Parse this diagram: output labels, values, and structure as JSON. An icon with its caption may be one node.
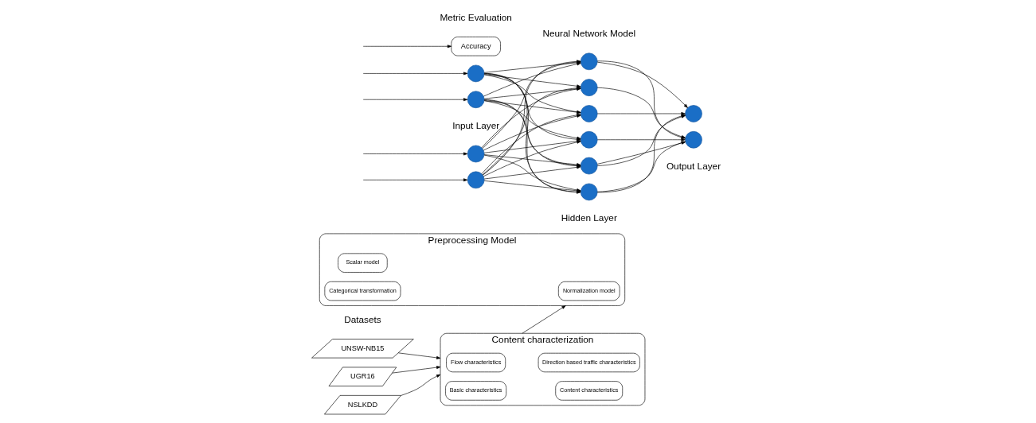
{
  "diagram": {
    "nodes": [
      {
        "text": [
          "UNSW-NB15"
        ]
      },
      {
        "text": [
          "UGR16"
        ]
      },
      {
        "text": [
          "NSLKDD"
        ]
      },
      {
        "text": [
          "Content characterization"
        ]
      },
      {
        "text": [
          "Basic characteristics"
        ],
        "in": 3
      },
      {
        "text": [
          "Content characteristics"
        ],
        "in": 3
      },
      {
        "text": [
          "Flow characteristics"
        ],
        "in": 3
      },
      {
        "text": [
          "Direction based traffic characteristics"
        ],
        "in": 3
      },
      {
        "text": [
          "Preprocessing Model"
        ]
      },
      {
        "text": [
          "Scalar model"
        ],
        "in": 8
      },
      {
        "text": [
          "Normalization model"
        ],
        "in": 8
      },
      {
        "text": [
          "Categorical transformation"
        ],
        "in": 8
      },
      {
        "text": [],
        "shape": "circle"
      },
      {
        "text": [],
        "shape": "circle"
      },
      {
        "text": [],
        "shape": "circle"
      },
      {
        "text": [],
        "shape": "circle"
      },
      {
        "text": [],
        "shape": "circle"
      },
      {
        "text": [],
        "shape": "circle"
      },
      {
        "text": [],
        "shape": "circle"
      },
      {
        "text": [],
        "shape": "circle"
      },
      {
        "text": [],
        "shape": "circle"
      },
      {
        "text": [],
        "shape": "circle"
      },
      {
        "text": [],
        "shape": "circle"
      },
      {
        "text": [],
        "shape": "circle"
      },
      {
        "text": [
          "Accuracy"
        ]
      }
    ],
    "edges": [
      {
        "from": 0,
        "to": 3,
        "arrow": "to"
      },
      {
        "from": 1,
        "to": 3,
        "arrow": "to"
      },
      {
        "from": 2,
        "to": 3,
        "arrow": "to"
      },
      {
        "from": 3,
        "to": 8,
        "arrow": "to"
      },
      {
        "from": null,
        "to": 12,
        "arrow": "to"
      },
      {
        "from": null,
        "to": 13,
        "arrow": "to"
      },
      {
        "from": null,
        "to": 14,
        "arrow": "to"
      },
      {
        "from": null,
        "to": 15,
        "arrow": "to"
      },
      {
        "from": 12,
        "to": 16,
        "arrow": "to"
      },
      {
        "from": 12,
        "to": 17,
        "arrow": "to"
      },
      {
        "from": 12,
        "to": 18,
        "arrow": "to"
      },
      {
        "from": 12,
        "to": 19,
        "arrow": "to"
      },
      {
        "from": 12,
        "to": 20,
        "arrow": "to"
      },
      {
        "from": 12,
        "to": 21,
        "arrow": "to"
      },
      {
        "from": 13,
        "to": 16,
        "arrow": "to"
      },
      {
        "from": 13,
        "to": 17,
        "arrow": "to"
      },
      {
        "from": 13,
        "to": 18,
        "arrow": "to"
      },
      {
        "from": 13,
        "to": 19,
        "arrow": "to"
      },
      {
        "from": 13,
        "to": 20,
        "arrow": "to"
      },
      {
        "from": 13,
        "to": 21,
        "arrow": "to"
      },
      {
        "from": 14,
        "to": 16,
        "arrow": "to"
      },
      {
        "from": 14,
        "to": 17,
        "arrow": "to"
      },
      {
        "from": 14,
        "to": 18,
        "arrow": "to"
      },
      {
        "from": 14,
        "to": 19,
        "arrow": "to"
      },
      {
        "from": 14,
        "to": 20,
        "arrow": "to"
      },
      {
        "from": 14,
        "to": 21,
        "arrow": "to"
      },
      {
        "from": 15,
        "to": 16,
        "arrow": "to"
      },
      {
        "from": 15,
        "to": 17,
        "arrow": "to"
      },
      {
        "from": 15,
        "to": 18,
        "arrow": "to"
      },
      {
        "from": 15,
        "to": 19,
        "arrow": "to"
      },
      {
        "from": 15,
        "to": 20,
        "arrow": "to"
      },
      {
        "from": 15,
        "to": 21,
        "arrow": "to"
      },
      {
        "from": 16,
        "to": 22,
        "arrow": "to"
      },
      {
        "from": 16,
        "to": 23,
        "arrow": "to"
      },
      {
        "from": 17,
        "to": 23,
        "arrow": "to"
      },
      {
        "from": 18,
        "to": 22,
        "arrow": "to"
      },
      {
        "from": 19,
        "to": 23,
        "arrow": "to"
      },
      {
        "from": 20,
        "to": 22,
        "arrow": "to"
      },
      {
        "from": 20,
        "to": 23,
        "arrow": "to"
      },
      {
        "from": 21,
        "to": 22,
        "arrow": "to"
      },
      {
        "from": 21,
        "to": 23,
        "arrow": "to"
      },
      {
        "from": null,
        "to": 24,
        "arrow": "to"
      }
    ],
    "labels": [
      "Datasets",
      "Neural Network Model",
      "Metric Evaluation",
      "Output Layer",
      "Input Layer",
      "Hidden Layer"
    ]
  }
}
